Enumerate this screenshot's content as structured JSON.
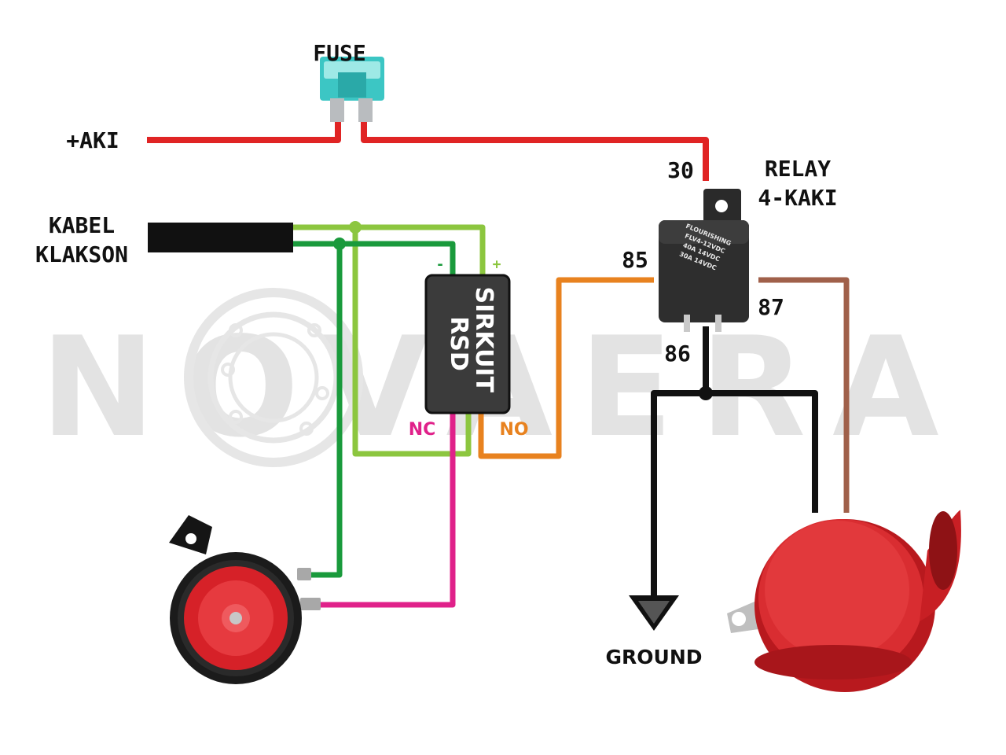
{
  "watermark": {
    "text": "NOVAERA"
  },
  "labels": {
    "fuse": "FUSE",
    "battery_positive": "+AKI",
    "horn_cable_line1": "KABEL",
    "horn_cable_line2": "KLAKSON",
    "relay_title_line1": "RELAY",
    "relay_title_line2": "4-KAKI",
    "pin_30": "30",
    "pin_85": "85",
    "pin_86": "86",
    "pin_87": "87",
    "ground": "GROUND"
  },
  "circuit_module": {
    "line1": "SIRKUIT",
    "line2": "RSD",
    "minus": "-",
    "plus": "+",
    "nc": "NC",
    "no": "NO"
  },
  "relay_body": {
    "brand": "FLOURISHING",
    "model": "FLV4-12VDC",
    "rating1": "40A 14VDC",
    "rating2": "30A 14VDC"
  },
  "colors": {
    "battery_wire": "#e02424",
    "light_green_wire": "#8cc63f",
    "dark_green_wire": "#1a9a3c",
    "orange_wire": "#e8821f",
    "magenta_wire": "#e0218a",
    "brown_wire": "#a0604a",
    "ground_wire": "#111111",
    "nc_label": "#e0218a",
    "no_label": "#e8821f"
  }
}
